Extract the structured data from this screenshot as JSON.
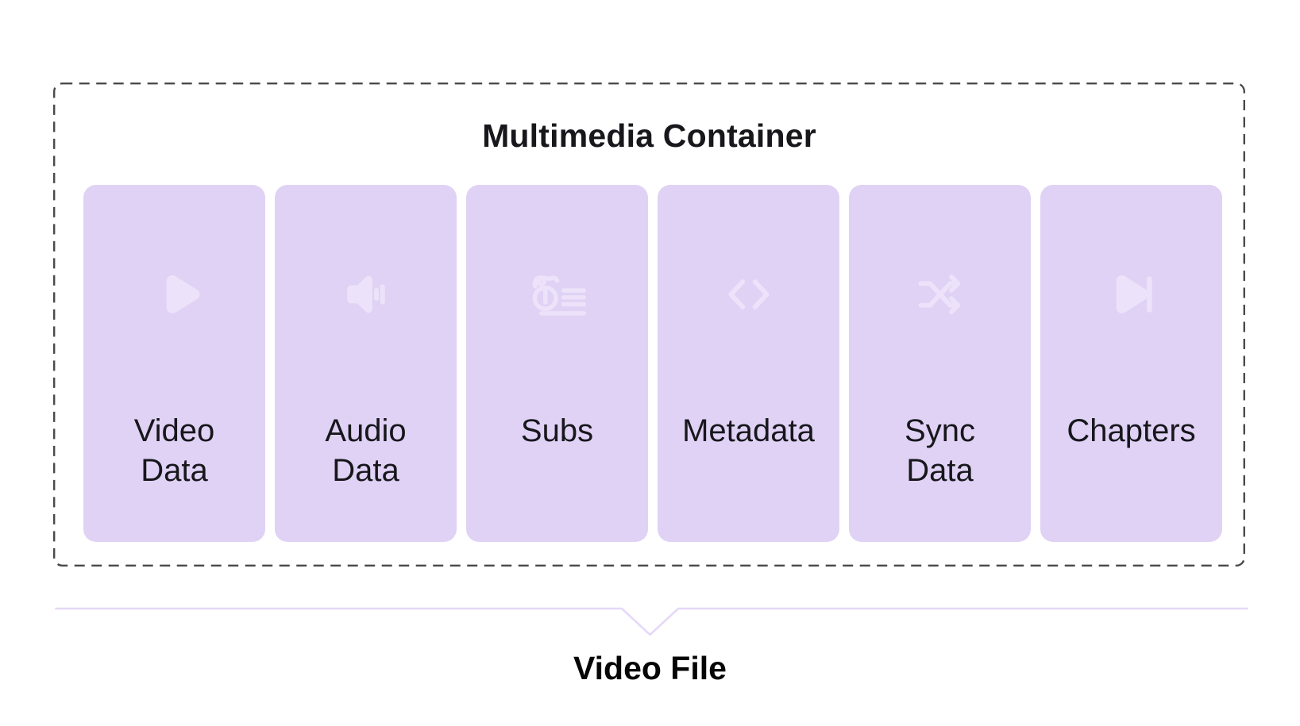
{
  "diagram": {
    "container": {
      "title": "Multimedia Container",
      "cards": [
        {
          "name": "video-data",
          "icon": "play-icon",
          "label": "Video\nData"
        },
        {
          "name": "audio-data",
          "icon": "speaker-icon",
          "label": "Audio\nData"
        },
        {
          "name": "subs",
          "icon": "subtitles-icon",
          "label": "Subs"
        },
        {
          "name": "metadata",
          "icon": "code-icon",
          "label": "Metadata"
        },
        {
          "name": "sync-data",
          "icon": "shuffle-icon",
          "label": "Sync\nData"
        },
        {
          "name": "chapters",
          "icon": "skip-forward-icon",
          "label": "Chapters"
        }
      ]
    },
    "pointer_label": "Video File"
  },
  "colors": {
    "card_bg": "#e0d2f5",
    "icon_tint": "#ece3fa",
    "dash_border": "#4a4a4a",
    "text": "#17171c",
    "pointer_line": "#e6d9f8",
    "background": "#ffffff"
  }
}
